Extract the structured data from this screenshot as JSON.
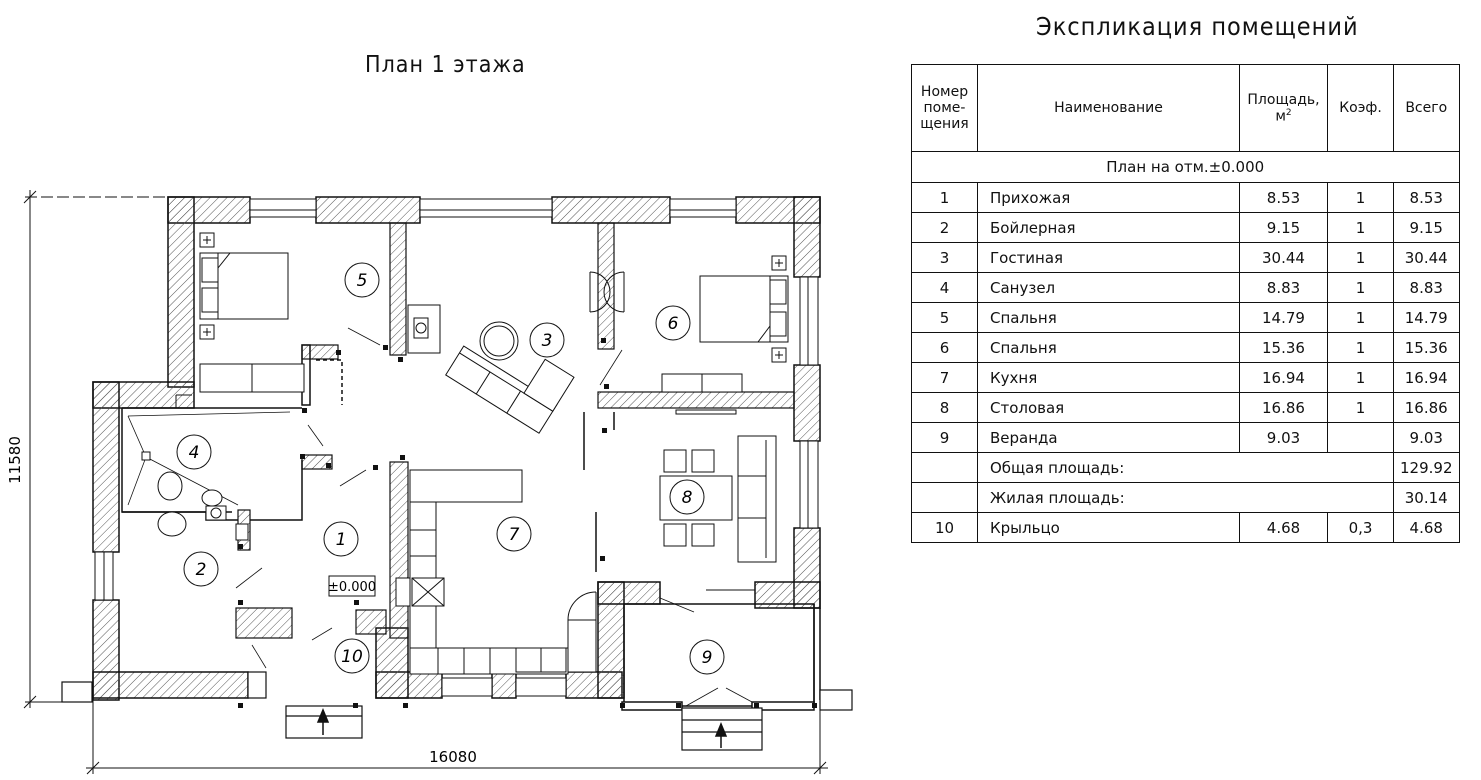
{
  "plan": {
    "title": "План 1 этажа",
    "dim_width": "16080",
    "dim_height": "11580",
    "level_mark": "±0.000",
    "room_labels": [
      "1",
      "2",
      "3",
      "4",
      "5",
      "6",
      "7",
      "8",
      "9",
      "10"
    ]
  },
  "explication": {
    "title": "Экспликация помещений",
    "headers": {
      "num": [
        "Номер",
        "поме-",
        "щения"
      ],
      "name": "Наименование",
      "area": "Площадь,",
      "area_unit": "м",
      "area_sup": "2",
      "coef": "Коэф.",
      "total": "Всего"
    },
    "section": "План на отм.±0.000",
    "rows": [
      {
        "num": "1",
        "name": "Прихожая",
        "area": "8.53",
        "coef": "1",
        "total": "8.53"
      },
      {
        "num": "2",
        "name": "Бойлерная",
        "area": "9.15",
        "coef": "1",
        "total": "9.15"
      },
      {
        "num": "3",
        "name": "Гостиная",
        "area": "30.44",
        "coef": "1",
        "total": "30.44"
      },
      {
        "num": "4",
        "name": "Санузел",
        "area": "8.83",
        "coef": "1",
        "total": "8.83"
      },
      {
        "num": "5",
        "name": "Спальня",
        "area": "14.79",
        "coef": "1",
        "total": "14.79"
      },
      {
        "num": "6",
        "name": "Спальня",
        "area": "15.36",
        "coef": "1",
        "total": "15.36"
      },
      {
        "num": "7",
        "name": "Кухня",
        "area": "16.94",
        "coef": "1",
        "total": "16.94"
      },
      {
        "num": "8",
        "name": "Столовая",
        "area": "16.86",
        "coef": "1",
        "total": "16.86"
      },
      {
        "num": "9",
        "name": "Веранда",
        "area": "9.03",
        "coef": "",
        "total": "9.03"
      }
    ],
    "total_area_label": "Общая площадь:",
    "total_area": "129.92",
    "living_area_label": "Жилая площадь:",
    "living_area": "30.14",
    "porch": {
      "num": "10",
      "name": "Крыльцо",
      "area": "4.68",
      "coef": "0,3",
      "total": "4.68"
    }
  }
}
